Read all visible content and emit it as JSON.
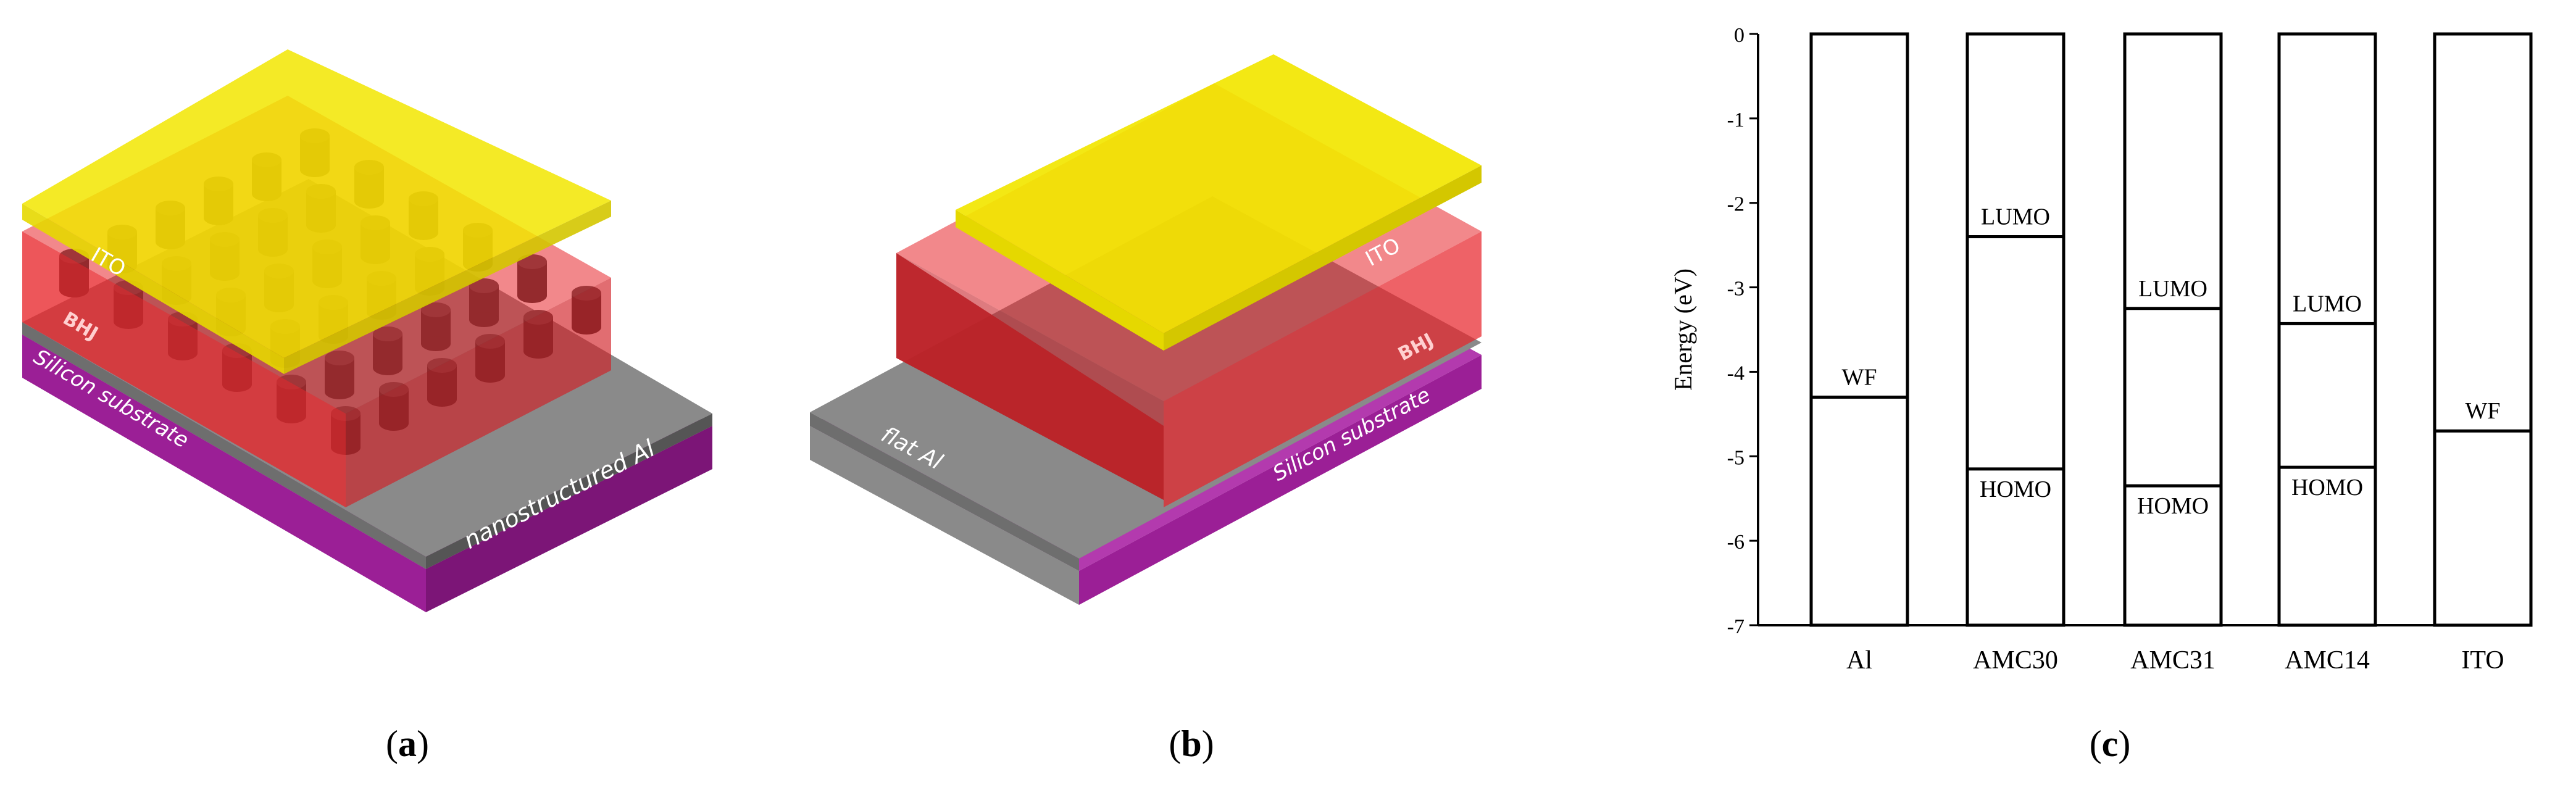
{
  "panel_a": {
    "caption_letter": "a",
    "labels": {
      "ito": "ITO",
      "bhj": "BHJ",
      "substrate": "Silicon substrate",
      "electrode": "nanostructured Al"
    }
  },
  "panel_b": {
    "caption_letter": "b",
    "labels": {
      "ito": "ITO",
      "bhj": "BHJ",
      "substrate": "Silicon substrate",
      "electrode": "flat Al"
    }
  },
  "panel_c": {
    "caption_letter": "c"
  },
  "colors": {
    "ito": "#f2e600",
    "bhj": "#e8262c",
    "aluminium": "#6e6e6e",
    "substrate": "#9b1f96",
    "pillar": "#2f2f2f"
  },
  "chart_data": {
    "type": "bar",
    "ylabel": "Energy (eV)",
    "ylim": [
      -7,
      0
    ],
    "yticks": [
      "0",
      "-1",
      "-2",
      "-3",
      "-4",
      "-5",
      "-6",
      "-7"
    ],
    "categories": [
      "Al",
      "AMC30",
      "AMC31",
      "AMC14",
      "ITO"
    ],
    "levels": [
      {
        "material": "Al",
        "lines": [
          {
            "label": "WF",
            "value": -4.3
          }
        ]
      },
      {
        "material": "AMC30",
        "lines": [
          {
            "label": "LUMO",
            "value": -2.4
          },
          {
            "label": "HOMO",
            "value": -5.15
          }
        ]
      },
      {
        "material": "AMC31",
        "lines": [
          {
            "label": "LUMO",
            "value": -3.25
          },
          {
            "label": "HOMO",
            "value": -5.35
          }
        ]
      },
      {
        "material": "AMC14",
        "lines": [
          {
            "label": "LUMO",
            "value": -3.43
          },
          {
            "label": "HOMO",
            "value": -5.13
          }
        ]
      },
      {
        "material": "ITO",
        "lines": [
          {
            "label": "WF",
            "value": -4.7
          }
        ]
      }
    ]
  }
}
